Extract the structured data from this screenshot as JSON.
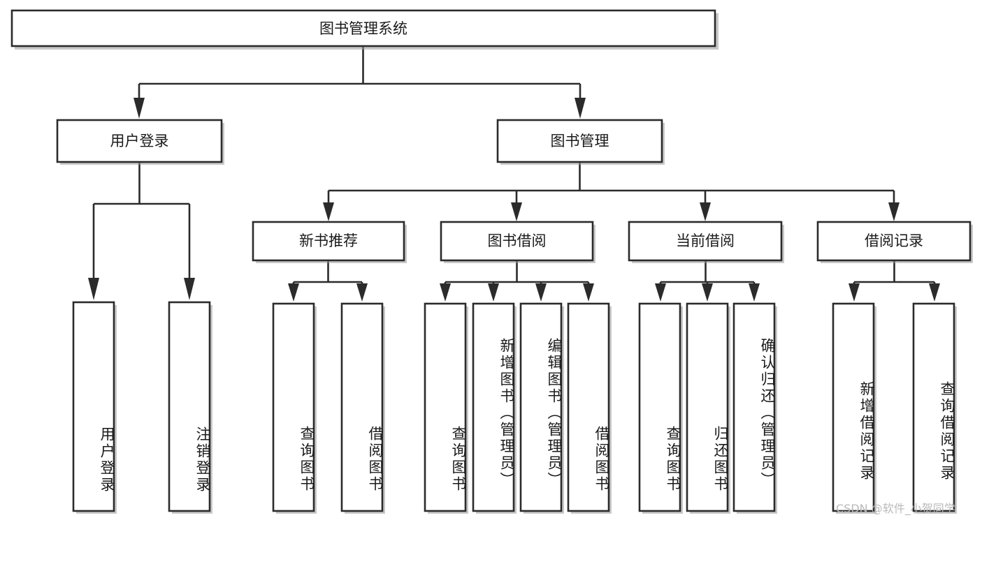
{
  "diagram": {
    "type": "tree",
    "title": "图书管理系统",
    "watermark": "CSDN @软件_小贺同学",
    "colors": {
      "stroke": "#2b2b2b",
      "fill": "#ffffff",
      "text": "#1a1a1a",
      "shadow": "#9a9a9a",
      "watermark": "#b9b9b9"
    },
    "nodes": {
      "root": {
        "label": "图书管理系统",
        "orientation": "horizontal"
      },
      "level2": [
        {
          "id": "user-login",
          "label": "用户登录",
          "orientation": "horizontal"
        },
        {
          "id": "book-management",
          "label": "图书管理",
          "orientation": "horizontal"
        }
      ],
      "level3": [
        {
          "id": "new-book-recommend",
          "label": "新书推荐",
          "orientation": "horizontal"
        },
        {
          "id": "book-borrow",
          "label": "图书借阅",
          "orientation": "horizontal"
        },
        {
          "id": "current-borrow",
          "label": "当前借阅",
          "orientation": "horizontal"
        },
        {
          "id": "borrow-record",
          "label": "借阅记录",
          "orientation": "horizontal"
        }
      ],
      "leaves": [
        {
          "id": "leaf-user-login",
          "parent": "user-login",
          "label": "用户登录",
          "orientation": "vertical"
        },
        {
          "id": "leaf-logout-login",
          "parent": "user-login",
          "label": "注销登录",
          "orientation": "vertical"
        },
        {
          "id": "leaf-query-book-1",
          "parent": "new-book-recommend",
          "label": "查询图书",
          "orientation": "vertical"
        },
        {
          "id": "leaf-borrow-book-1",
          "parent": "new-book-recommend",
          "label": "借阅图书",
          "orientation": "vertical"
        },
        {
          "id": "leaf-query-book-2",
          "parent": "book-borrow",
          "label": "查询图书",
          "orientation": "vertical"
        },
        {
          "id": "leaf-add-book",
          "parent": "book-borrow",
          "label": "新增图书（管理员）",
          "orientation": "vertical"
        },
        {
          "id": "leaf-edit-book",
          "parent": "book-borrow",
          "label": "编辑图书（管理员）",
          "orientation": "vertical"
        },
        {
          "id": "leaf-borrow-book-2",
          "parent": "book-borrow",
          "label": "借阅图书",
          "orientation": "vertical"
        },
        {
          "id": "leaf-query-book-3",
          "parent": "current-borrow",
          "label": "查询图书",
          "orientation": "vertical"
        },
        {
          "id": "leaf-return-book",
          "parent": "current-borrow",
          "label": "归还图书",
          "orientation": "vertical"
        },
        {
          "id": "leaf-confirm-return",
          "parent": "current-borrow",
          "label": "确认归还（管理员）",
          "orientation": "vertical"
        },
        {
          "id": "leaf-add-record",
          "parent": "borrow-record",
          "label": "新增借阅记录",
          "orientation": "vertical"
        },
        {
          "id": "leaf-query-record",
          "parent": "borrow-record",
          "label": "查询借阅记录",
          "orientation": "vertical"
        }
      ]
    }
  }
}
